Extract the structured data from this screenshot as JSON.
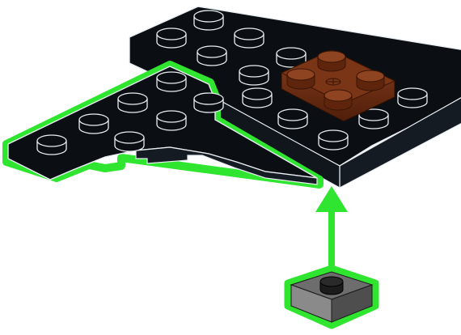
{
  "diagram": {
    "type": "lego-building-instruction-step",
    "colors": {
      "background": "#ffffff",
      "plate": "#0b0f14",
      "plate_side": "#151b22",
      "edge": "#e8eef2",
      "highlight": "#2fe52f",
      "brick_brown": "#6b2b10",
      "brick_brown_light": "#8a3f1e",
      "tile_gray": "#5e5e5e",
      "tile_gray_light": "#7a7a7a"
    },
    "parts": [
      {
        "name": "wedge-plate",
        "color": "plate",
        "highlighted": true
      },
      {
        "name": "black-plate",
        "color": "plate",
        "highlighted": false
      },
      {
        "name": "brown-plate-2x2",
        "color": "brick_brown",
        "highlighted": false
      },
      {
        "name": "gray-jumper-plate",
        "color": "tile_gray",
        "highlighted": true
      }
    ],
    "arrow": {
      "direction": "up",
      "color": "highlight"
    },
    "icons": [
      "lego-plate-icon",
      "arrow-up-icon"
    ]
  }
}
